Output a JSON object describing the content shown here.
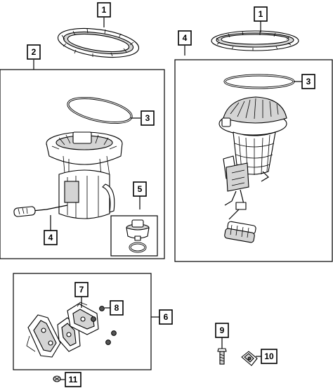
{
  "callouts": {
    "c1a": "1",
    "c1b": "1",
    "c2": "2",
    "c3a": "3",
    "c3b": "3",
    "c4a": "4",
    "c4b": "4",
    "c5": "5",
    "c6": "6",
    "c7": "7",
    "c8": "8",
    "c9": "9",
    "c10": "10",
    "c11": "11"
  }
}
